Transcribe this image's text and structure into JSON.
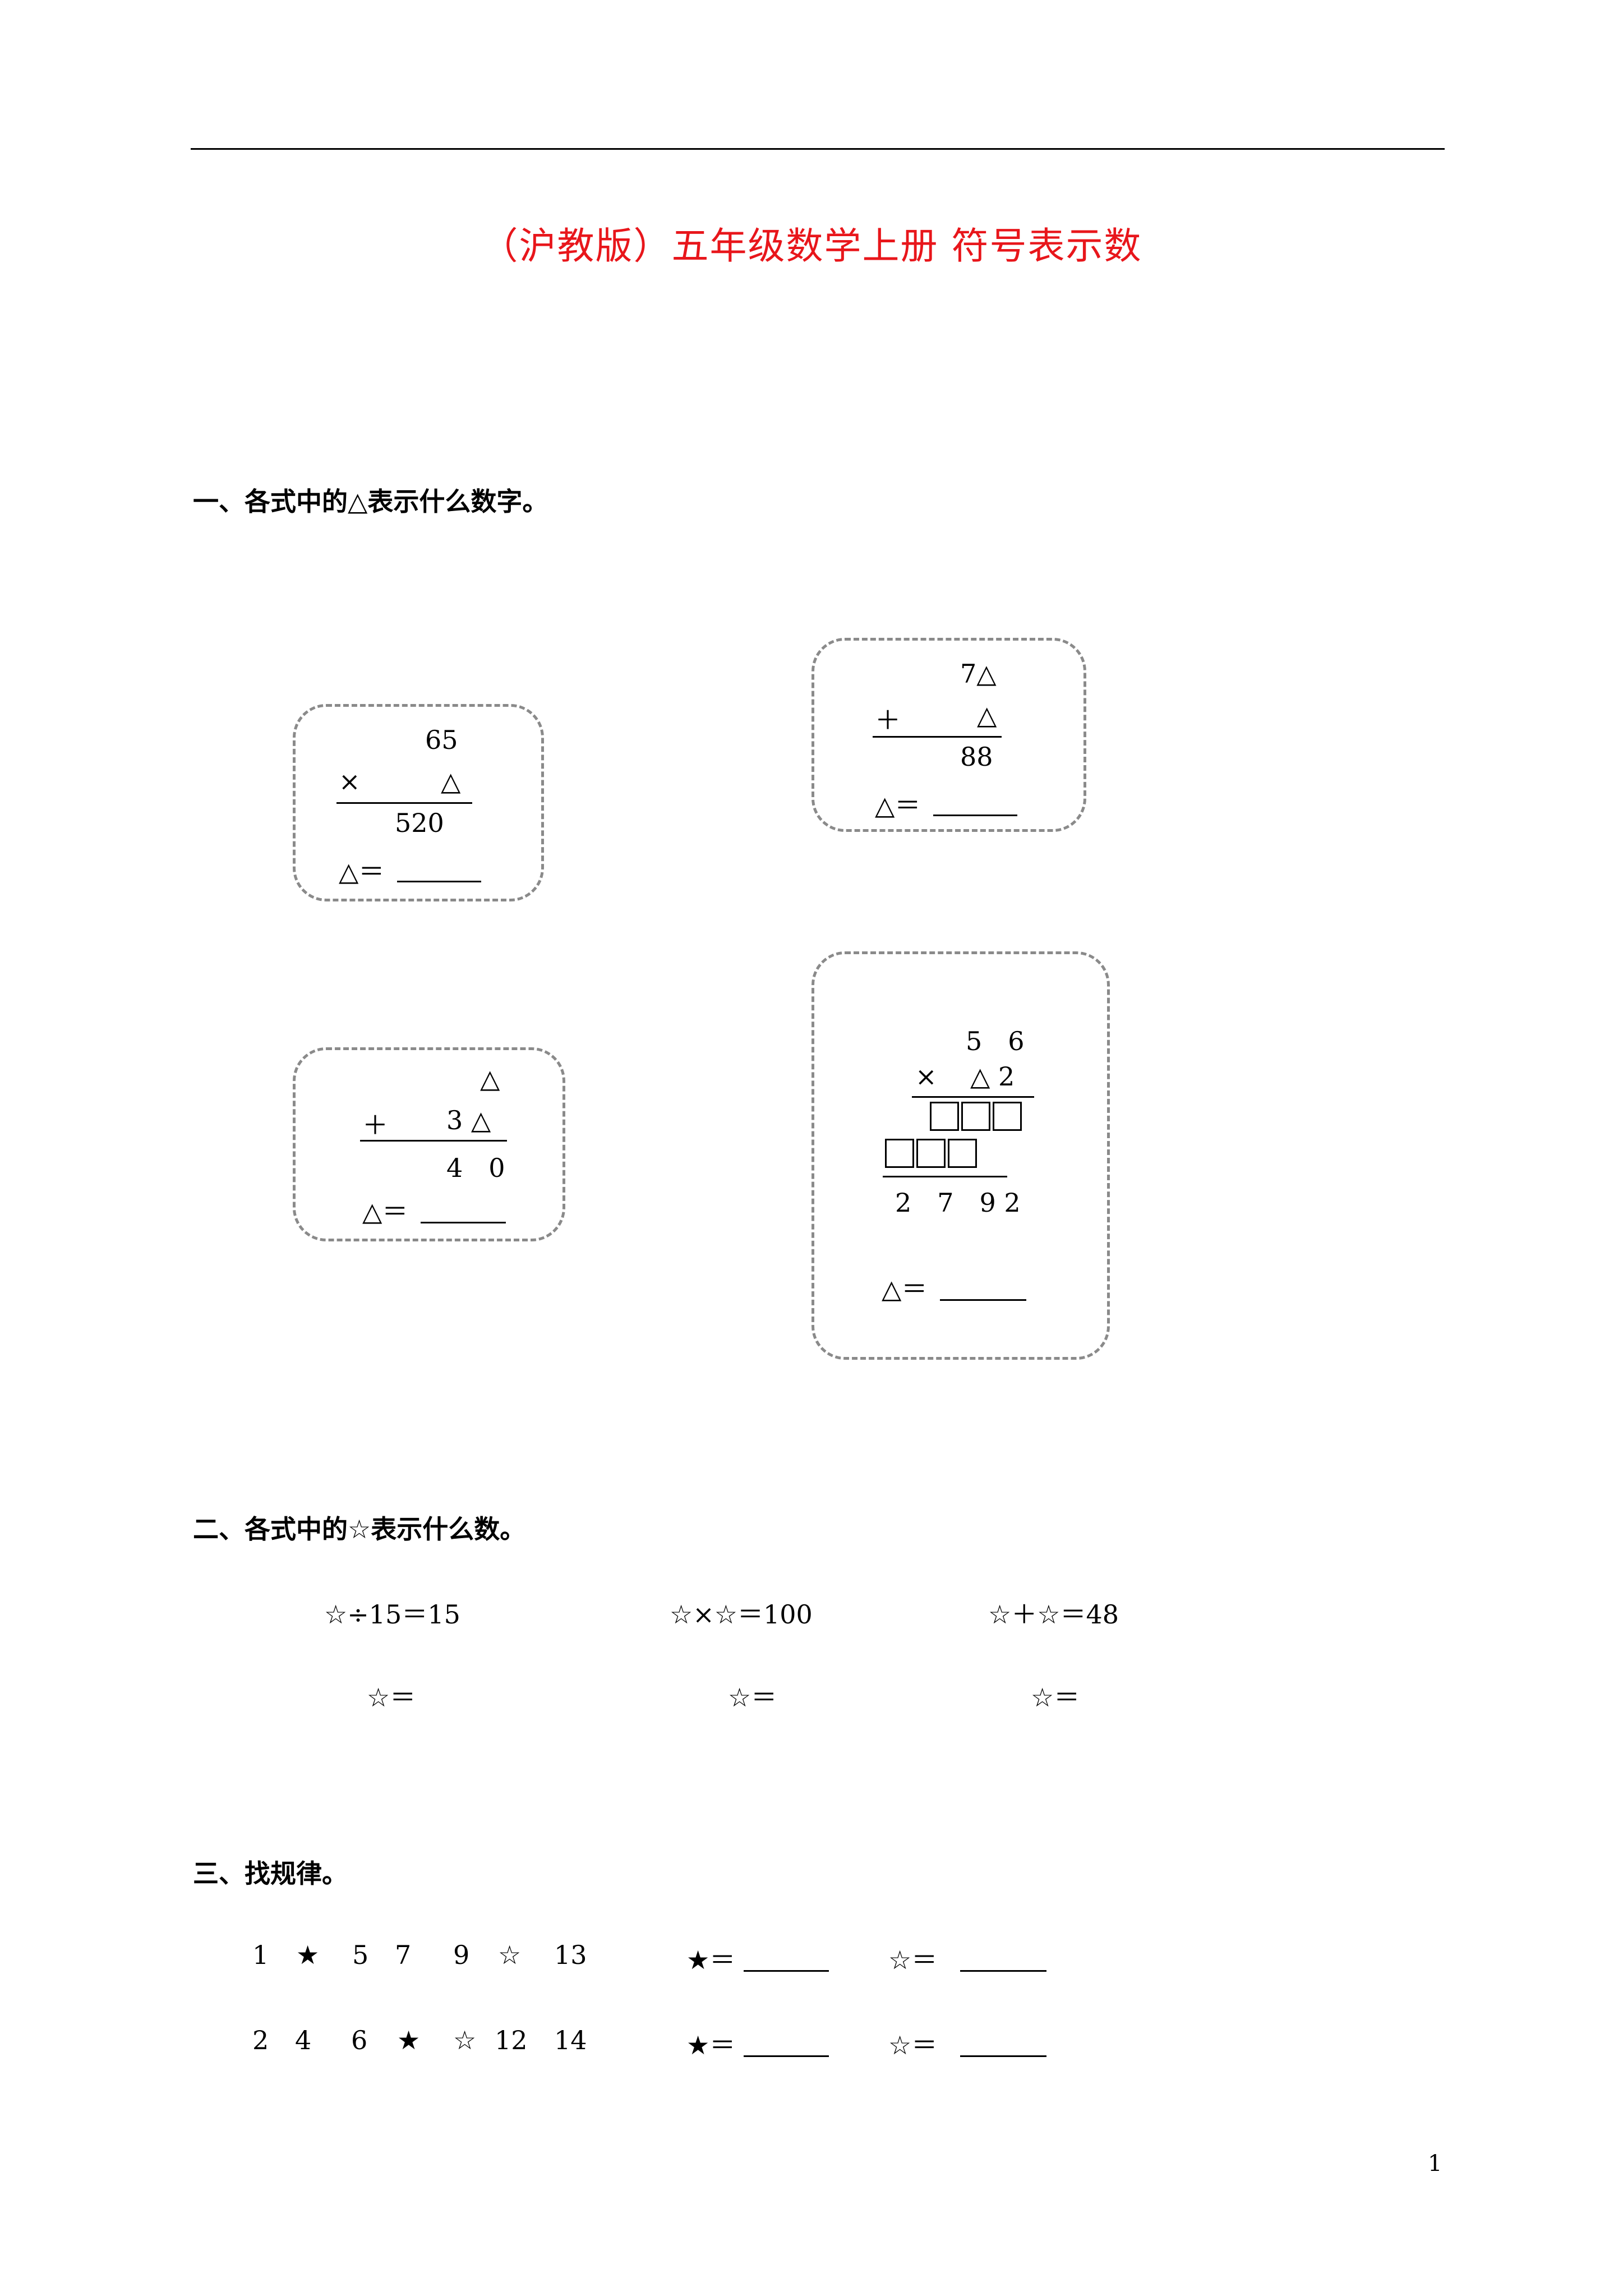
{
  "title": "（沪教版）五年级数学上册 符号表示数",
  "section1": {
    "heading": "一、各式中的△表示什么数字。",
    "box_a": {
      "top": "65",
      "op": "×",
      "operand": "△",
      "result": "520",
      "answer": "△＝"
    },
    "box_b": {
      "top": "7△",
      "op": "＋",
      "operand": "△",
      "result": "88",
      "answer": "△＝"
    },
    "box_c": {
      "top": "△",
      "op": "＋",
      "operand": "3 △",
      "result": "4　0",
      "answer": "△＝"
    },
    "box_d": {
      "top": "5　6",
      "op": "×",
      "operand": "△ 2",
      "result": "2　7　9 2",
      "answer": "△＝"
    }
  },
  "section2": {
    "heading": "二、各式中的☆表示什么数。",
    "items": [
      {
        "equation": "☆÷15＝15",
        "answer": "☆＝"
      },
      {
        "equation": "☆×☆＝100",
        "answer": "☆＝"
      },
      {
        "equation": "☆＋☆＝48",
        "answer": "☆＝"
      }
    ]
  },
  "section3": {
    "heading": "三、找规律。",
    "rows": [
      {
        "terms": [
          "1",
          "★",
          "5",
          "7",
          "9",
          "☆",
          "13"
        ],
        "star_answer": "★＝",
        "white_star_answer": "☆＝"
      },
      {
        "terms": [
          "2",
          "4",
          "6",
          "★",
          "☆",
          "12",
          "14"
        ],
        "star_answer": "★＝",
        "white_star_answer": "☆＝"
      }
    ]
  },
  "page_number": "1"
}
